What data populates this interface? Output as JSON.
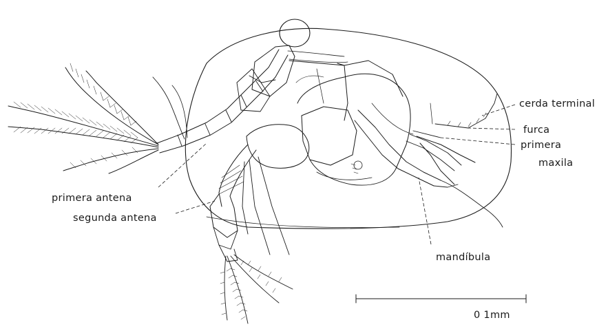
{
  "labels": {
    "cerda_terminal": "cerda terminal",
    "furca": "furca",
    "primera_maxila_line1": "primera",
    "primera_maxila_line2": "maxila",
    "primera_antena": "primera antena",
    "segunda_antena": "segunda antena",
    "mandibula": "mandíbula"
  },
  "scale_bar": {
    "label": "0 1mm"
  }
}
